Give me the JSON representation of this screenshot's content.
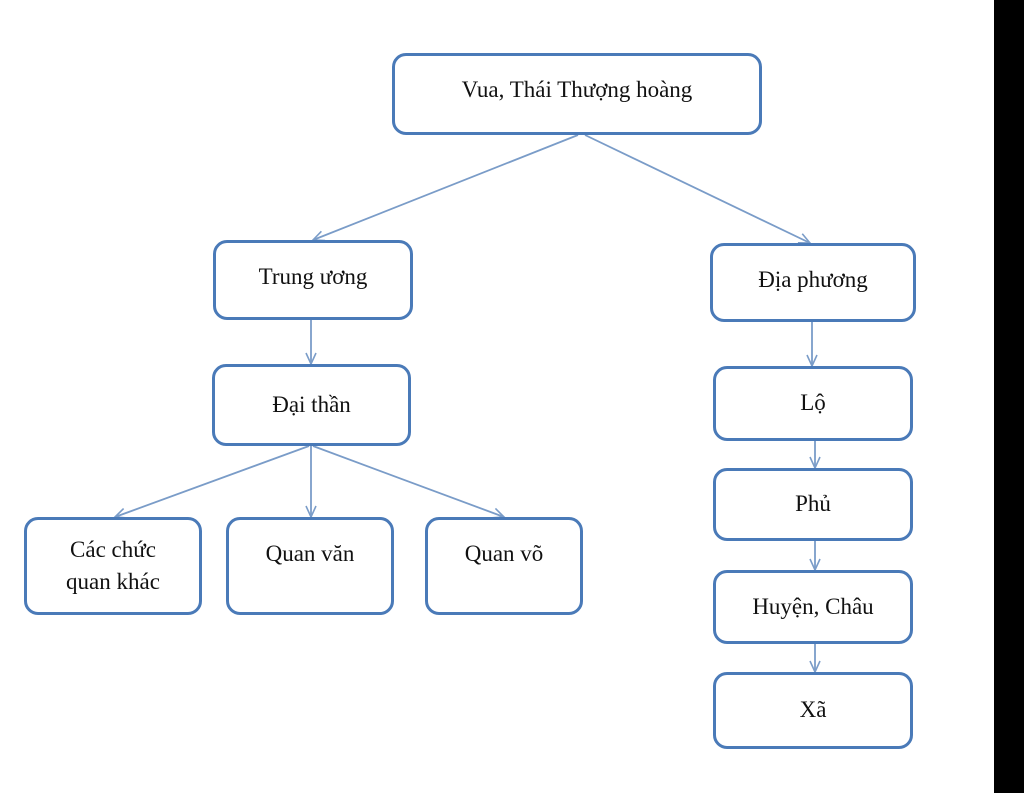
{
  "diagram": {
    "nodes": {
      "root": "Vua, Thái Thượng hoàng",
      "central": "Trung ương",
      "local": "Địa phương",
      "grand_officials": "Đại thần",
      "other_posts_line1": "Các chức",
      "other_posts_line2": "quan khác",
      "civil_officials": "Quan văn",
      "military_officials": "Quan võ",
      "lo": "Lộ",
      "phu": "Phủ",
      "huyen_chau": "Huyện, Châu",
      "xa": "Xã"
    },
    "colors": {
      "box_border": "#4a7ab8",
      "connector": "#7a9cc8",
      "background": "#ffffff",
      "right_bar": "#000000"
    }
  }
}
